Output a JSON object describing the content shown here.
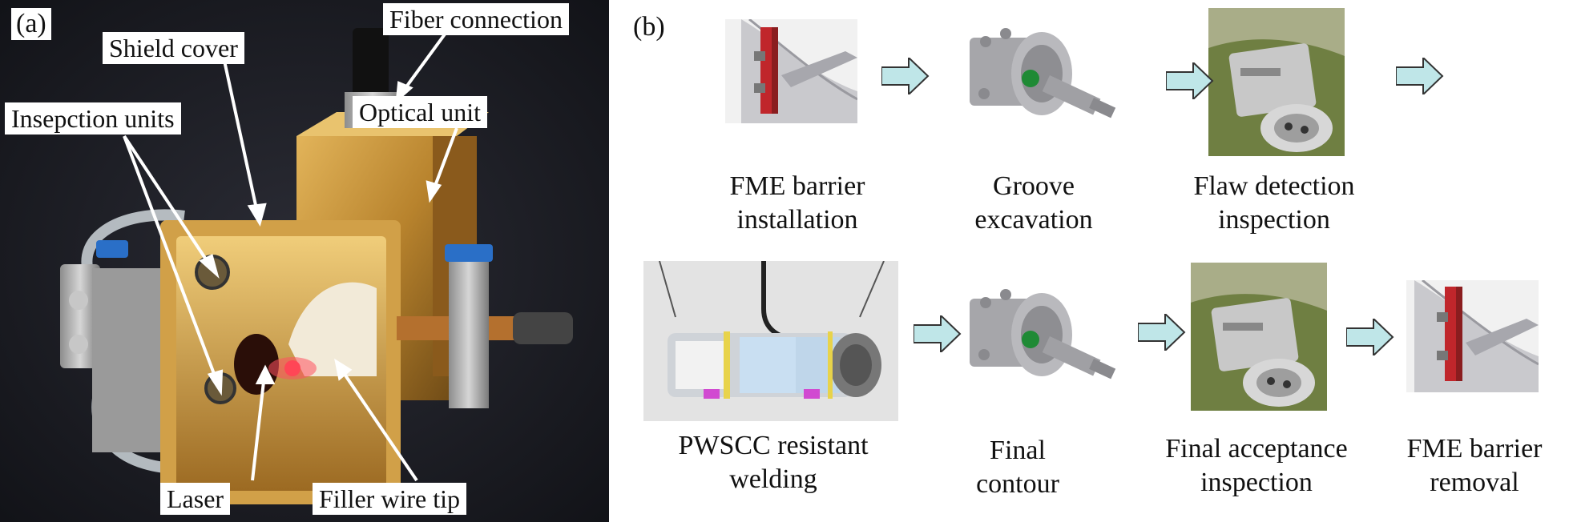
{
  "panel_a": {
    "tag": "(a)",
    "callouts": {
      "fiber_connection": "Fiber connection",
      "shield_cover": "Shield cover",
      "inspection_units": "Insepction units",
      "optical_unit": "Optical unit",
      "laser": "Laser",
      "filler_wire_tip": "Filler wire tip"
    }
  },
  "panel_b": {
    "tag": "(b)",
    "steps": [
      {
        "line1": "FME barrier",
        "line2": "installation",
        "icon": "fme-barrier-render"
      },
      {
        "line1": "Groove",
        "line2": "excavation",
        "icon": "machining-head-render"
      },
      {
        "line1": "Flaw detection",
        "line2": "inspection",
        "icon": "inspection-head-render"
      },
      {
        "line1": "PWSCC resistant",
        "line2": "welding",
        "icon": "welding-head-render"
      },
      {
        "line1": "Final",
        "line2": "contour",
        "icon": "machining-head-render"
      },
      {
        "line1": "Final acceptance",
        "line2": "inspection",
        "icon": "inspection-head-render"
      },
      {
        "line1": "FME barrier",
        "line2": "removal",
        "icon": "fme-barrier-render"
      }
    ],
    "arrow_color": "#bfe6e8"
  }
}
